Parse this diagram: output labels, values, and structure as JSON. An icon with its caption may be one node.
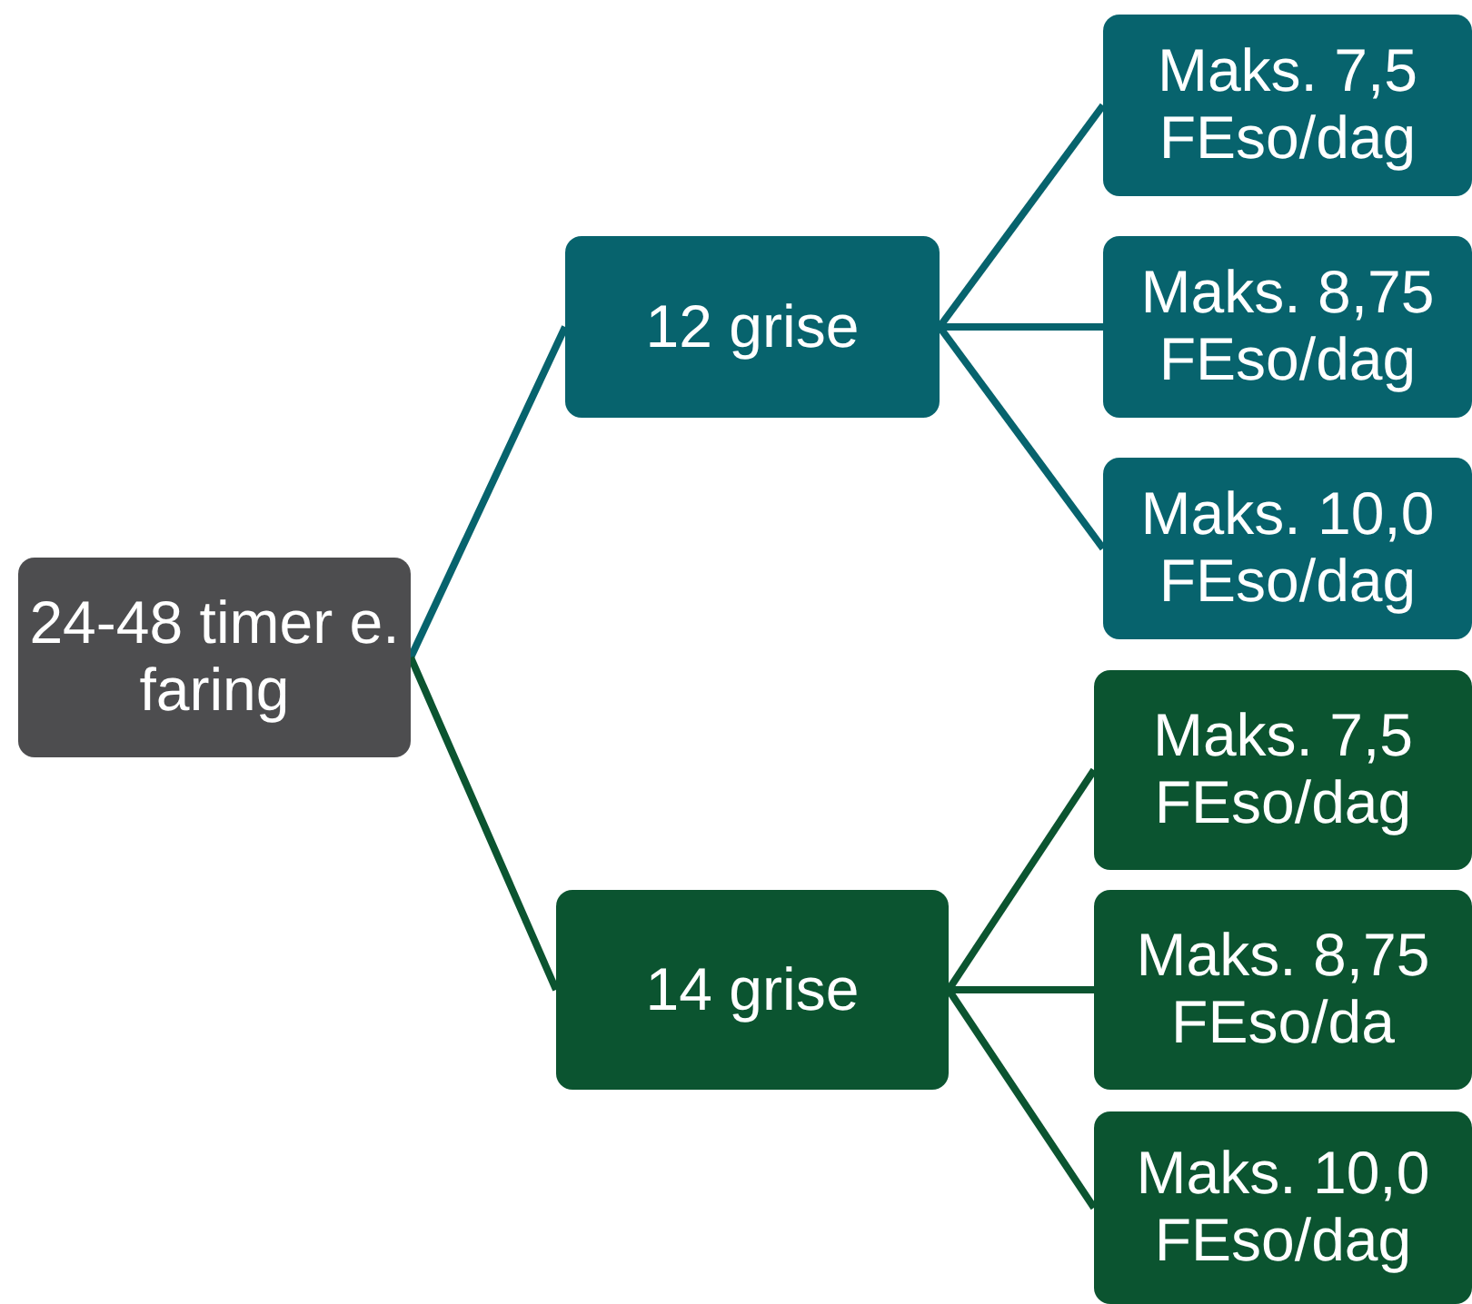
{
  "diagram": {
    "nodes": [
      {
        "text": [
          "24-48 timer e. faring"
        ]
      },
      {
        "text": [
          "12 grise"
        ]
      },
      {
        "text": [
          "Maks. 7,5 FEso/dag"
        ]
      },
      {
        "text": [
          "Maks. 8,75 FEso/dag"
        ]
      },
      {
        "text": [
          "Maks. 10,0 FEso/dag"
        ]
      },
      {
        "text": [
          "14 grise"
        ]
      },
      {
        "text": [
          "Maks. 7,5 FEso/dag"
        ]
      },
      {
        "text": [
          "Maks. 8,75 FEso/da"
        ]
      },
      {
        "text": [
          "Maks. 10,0 FEso/dag"
        ]
      }
    ],
    "edges": [
      {
        "from": 0,
        "to": 1,
        "arrow": "none"
      },
      {
        "from": 1,
        "to": 2,
        "arrow": "none"
      },
      {
        "from": 1,
        "to": 3,
        "arrow": "none"
      },
      {
        "from": 1,
        "to": 4,
        "arrow": "none"
      },
      {
        "from": 0,
        "to": 5,
        "arrow": "none",
        "color": "#0b5430"
      },
      {
        "from": 5,
        "to": 6,
        "arrow": "none",
        "color": "#0b5430"
      },
      {
        "from": 5,
        "to": 7,
        "arrow": "none",
        "color": "#0b5430"
      },
      {
        "from": 5,
        "to": 8,
        "arrow": "none",
        "color": "#0b5430"
      }
    ]
  }
}
